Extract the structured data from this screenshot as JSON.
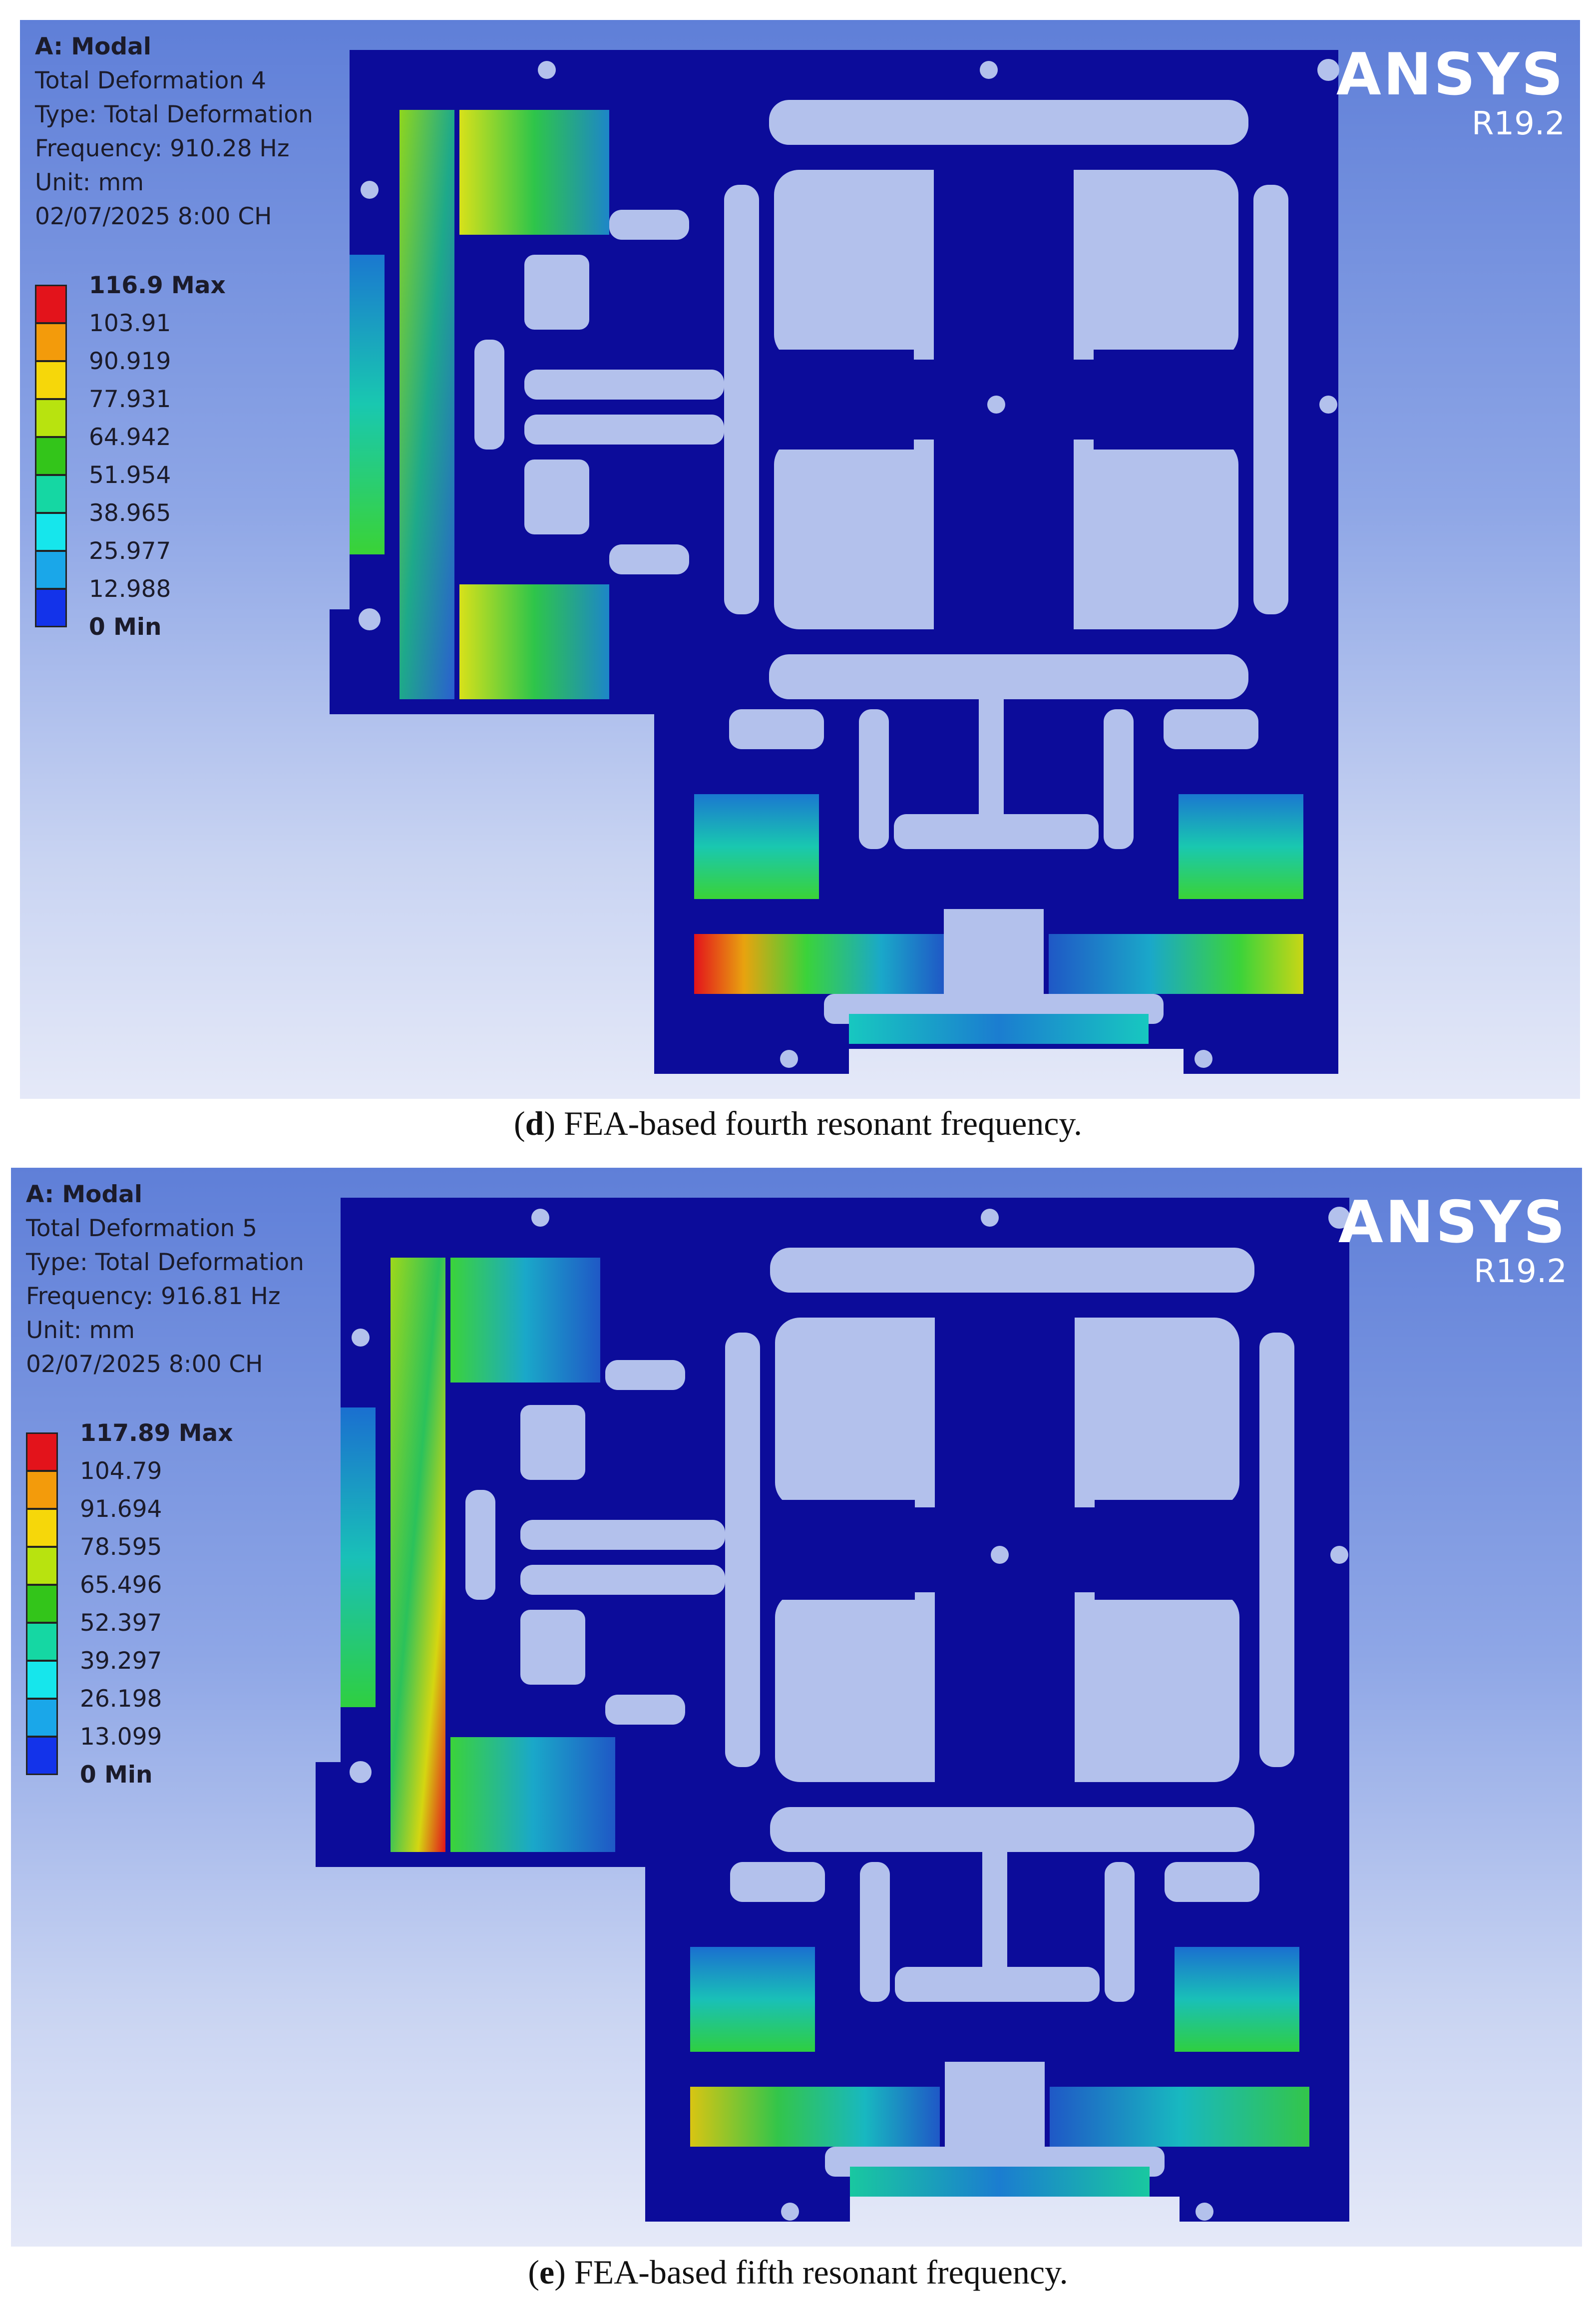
{
  "panels": [
    {
      "info": {
        "title": "A: Modal",
        "line1": "Total Deformation 4",
        "line2": "Type: Total Deformation",
        "line3": "Frequency: 910.28 Hz",
        "line4": "Unit: mm",
        "line5": "02/07/2025 8:00 CH"
      },
      "legend": [
        "116.9 Max",
        "103.91",
        "90.919",
        "77.931",
        "64.942",
        "51.954",
        "38.965",
        "25.977",
        "12.988",
        "0 Min"
      ],
      "logo": {
        "brand": "ANSYS",
        "version": "R19.2"
      },
      "caption": {
        "letter": "d",
        "text": ") FEA-based fourth resonant frequency."
      }
    },
    {
      "info": {
        "title": "A: Modal",
        "line1": "Total Deformation 5",
        "line2": "Type: Total Deformation",
        "line3": "Frequency: 916.81 Hz",
        "line4": "Unit: mm",
        "line5": "02/07/2025 8:00 CH"
      },
      "legend": [
        "117.89 Max",
        "104.79",
        "91.694",
        "78.595",
        "65.496",
        "52.397",
        "39.297",
        "26.198",
        "13.099",
        "0 Min"
      ],
      "logo": {
        "brand": "ANSYS",
        "version": "R19.2"
      },
      "caption": {
        "letter": "e",
        "text": ") FEA-based fifth resonant frequency."
      }
    }
  ],
  "legend_colors": [
    "#e3131b",
    "#f39b0b",
    "#f6d70a",
    "#b8e30f",
    "#33c51a",
    "#15d7a3",
    "#16e6ec",
    "#1aa7e9",
    "#1333ea"
  ],
  "model_colors": {
    "body": "#0c0c9a",
    "slot": "#b3c1ec"
  }
}
